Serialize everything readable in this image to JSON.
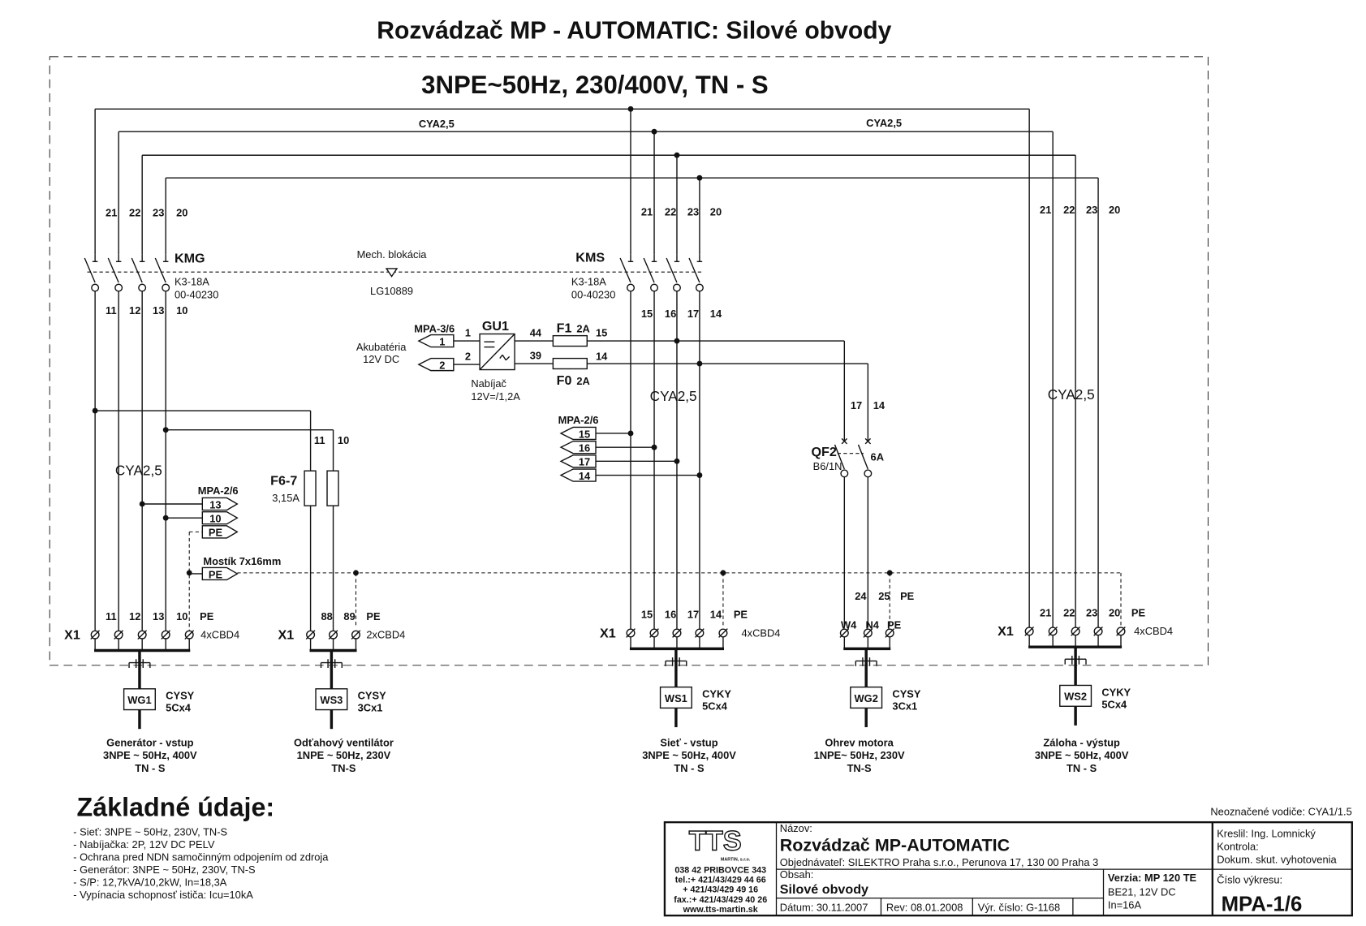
{
  "title": "Rozvádzač MP - AUTOMATIC: Silové obvody",
  "subtitle": "3NPE~50Hz, 230/400V, TN - S",
  "cable_labels": {
    "top_left": "CYA2,5",
    "top_right": "CYA2,5",
    "vert_left": "CYA2,5",
    "vert_mid": "CYA2,5",
    "vert_right": "CYA2,5"
  },
  "kmg": {
    "name": "KMG",
    "type": "K3-18A",
    "code": "00-40230",
    "in_terms": [
      "21",
      "22",
      "23",
      "20"
    ],
    "out_terms": [
      "11",
      "12",
      "13",
      "10"
    ]
  },
  "kms": {
    "name": "KMS",
    "type": "K3-18A",
    "code": "00-40230",
    "in_terms": [
      "21",
      "22",
      "23",
      "20"
    ],
    "out_terms": [
      "15",
      "16",
      "17",
      "14"
    ]
  },
  "right_terms": [
    "21",
    "22",
    "23",
    "20"
  ],
  "mech_lock": {
    "label": "Mech. blokácia",
    "code": "LG10889"
  },
  "gu1": {
    "name": "GU1",
    "battery": [
      "Akubatéria",
      "12V DC"
    ],
    "ref": "MPA-3/6",
    "connectors": [
      "1",
      "2"
    ],
    "wires_in": [
      "1",
      "2"
    ],
    "wires_out": [
      "44",
      "39"
    ],
    "desc": [
      "Nabíjač",
      "12V=/1,2A"
    ]
  },
  "f1": {
    "name": "F1",
    "rating": "2A",
    "wire": "15"
  },
  "f0": {
    "name": "F0",
    "rating": "2A",
    "wire": "14"
  },
  "qf2": {
    "name": "QF2",
    "type": "B6/1N",
    "rating": "6A",
    "in_terms": [
      "17",
      "14"
    ]
  },
  "f67": {
    "name": "F6-7",
    "rating": "3,15A",
    "terms": [
      "11",
      "10"
    ]
  },
  "mpa_left": {
    "ref": "MPA-2/6",
    "connectors": [
      "13",
      "10",
      "PE"
    ]
  },
  "mpa_mid": {
    "ref": "MPA-2/6",
    "connectors": [
      "15",
      "16",
      "17",
      "14"
    ]
  },
  "mostik": {
    "label": "Mostík 7x16mm",
    "connector": "PE"
  },
  "terminal_blocks": [
    {
      "label": "X1",
      "type": "4xCBD4",
      "terms": [
        "11",
        "12",
        "13",
        "10",
        "PE"
      ],
      "cable": {
        "id": "WG1",
        "type": [
          "CYSY",
          "5Cx4"
        ]
      },
      "desc": [
        "Generátor - vstup",
        "3NPE ~ 50Hz, 400V",
        "TN - S"
      ]
    },
    {
      "label": "X1",
      "type": "2xCBD4",
      "terms": [
        "88",
        "89",
        "PE"
      ],
      "cable": {
        "id": "WS3",
        "type": [
          "CYSY",
          "3Cx1"
        ]
      },
      "desc": [
        "Odťahový ventilátor",
        "1NPE ~ 50Hz, 230V",
        "TN-S"
      ]
    },
    {
      "label": "X1",
      "type": "4xCBD4",
      "terms": [
        "15",
        "16",
        "17",
        "14",
        "PE"
      ],
      "cable": {
        "id": "WS1",
        "type": [
          "CYKY",
          "5Cx4"
        ]
      },
      "desc": [
        "Sieť - vstup",
        "3NPE ~ 50Hz, 400V",
        "TN - S"
      ]
    },
    {
      "label": "",
      "type": "",
      "terms_top": [
        "24",
        "25",
        "PE"
      ],
      "terms": [
        "W4",
        "N4",
        "PE"
      ],
      "cable": {
        "id": "WG2",
        "type": [
          "CYSY",
          "3Cx1"
        ]
      },
      "desc": [
        "Ohrev motora",
        "1NPE~ 50Hz, 230V",
        "TN-S"
      ]
    },
    {
      "label": "X1",
      "type": "4xCBD4",
      "terms": [
        "21",
        "22",
        "23",
        "20",
        "PE"
      ],
      "cable": {
        "id": "WS2",
        "type": [
          "CYKY",
          "5Cx4"
        ]
      },
      "desc": [
        "Záloha - výstup",
        "3NPE ~ 50Hz, 400V",
        "TN - S"
      ]
    }
  ],
  "basic_data": {
    "heading": "Základné údaje:",
    "items": [
      "- Sieť: 3NPE ~ 50Hz, 230V, TN-S",
      "- Nabíjačka: 2P, 12V DC PELV",
      "- Ochrana pred NDN samočinným odpojením od zdroja",
      "- Generátor: 3NPE ~ 50Hz, 230V, TN-S",
      "- S/P: 12,7kVA/10,2kW, In=18,3A",
      "- Vypínacia schopnosť ističa: Icu=10kA"
    ]
  },
  "note": "Neoznačené vodiče: CYA1/1.5",
  "title_block": {
    "logo": {
      "text": "TTS",
      "sub": "MARTIN, s.r.o."
    },
    "address": [
      "038 42 PRIBOVCE 343",
      "tel.:+ 421/43/429 44 66",
      "+ 421/43/429 49 16",
      "fax.:+ 421/43/429 40 26",
      "www.tts-martin.sk"
    ],
    "name_label": "Názov:",
    "name": "Rozvádzač MP-AUTOMATIC",
    "client": "Objednávateľ: SILEKTRO Praha s.r.o., Perunova 17, 130 00 Praha 3",
    "content_label": "Obsah:",
    "content": "Silové obvody",
    "date": "Dátum: 30.11.2007",
    "rev": "Rev: 08.01.2008",
    "prod_no": "Výr. číslo: G-1168",
    "version": "Verzia: MP 120 TE",
    "version_lines": [
      "BE21, 12V DC",
      "In=16A"
    ],
    "drawn": "Kreslil: Ing. Lomnický",
    "check": "Kontrola:",
    "doc": "Dokum. skut. vyhotovenia",
    "drawing_no_label": "Číslo výkresu:",
    "drawing_no": "MPA-1/6"
  }
}
